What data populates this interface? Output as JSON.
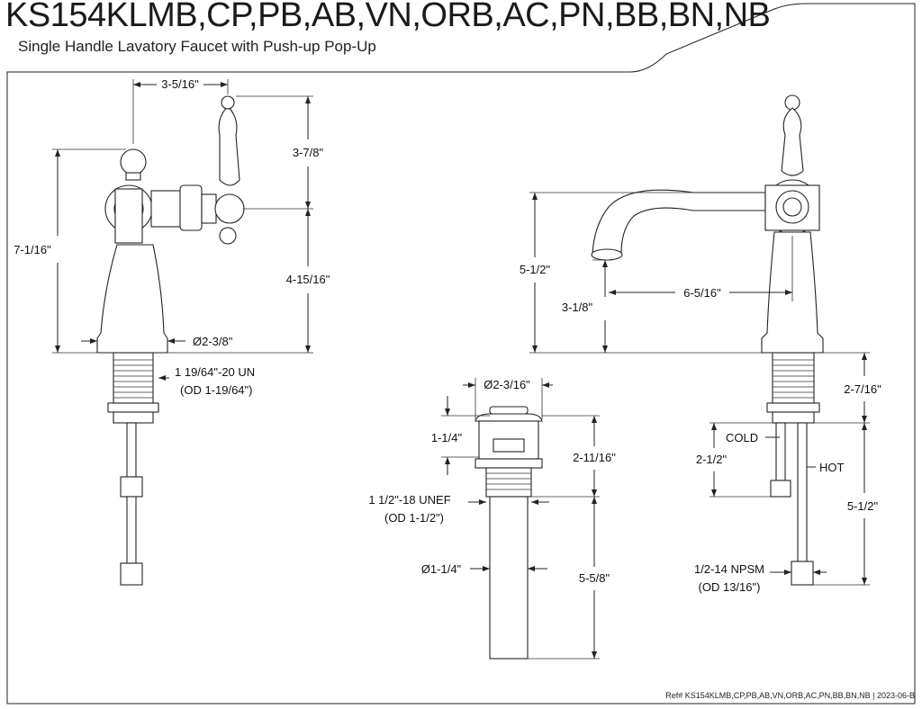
{
  "header": {
    "title": "KS154KLMB,CP,PB,AB,VN,ORB,AC,PN,BB,BN,NB",
    "subtitle": "Single Handle Lavatory Faucet with Push-up Pop-Up"
  },
  "footer": {
    "ref": "Ref# KS154KLMB,CP,PB,AB,VN,ORB,AC,PN,BB,BN,NB | 2023-06-B"
  },
  "dims": {
    "front_handle_offset": "3-5/16\"",
    "front_handle_height": "3-7/8\"",
    "front_total_height": "7-1/16\"",
    "front_body_height": "4-15/16\"",
    "front_base_dia": "Ø2-3/8\"",
    "front_thread": "1 19/64\"-20 UN",
    "front_thread_od": "(OD 1-19/64\")",
    "side_spout_height": "5-1/2\"",
    "side_spout_clear": "3-1/8\"",
    "side_spout_reach": "6-5/16\"",
    "side_shank_length": "2-7/16\"",
    "side_cold": "COLD",
    "side_hot": "HOT",
    "side_supply_a": "2-1/2\"",
    "side_supply_b": "5-1/2\"",
    "side_npsm": "1/2-14 NPSM",
    "side_npsm_od": "(OD 13/16\")",
    "drain_flange_dia": "Ø2-3/16\"",
    "drain_cap": "1-1/4\"",
    "drain_body": "2-11/16\"",
    "drain_thread": "1 1/2\"-18 UNEF",
    "drain_thread_od": "(OD 1-1/2\")",
    "drain_tail_dia": "Ø1-1/4\"",
    "drain_tail_length": "5-5/8\""
  }
}
